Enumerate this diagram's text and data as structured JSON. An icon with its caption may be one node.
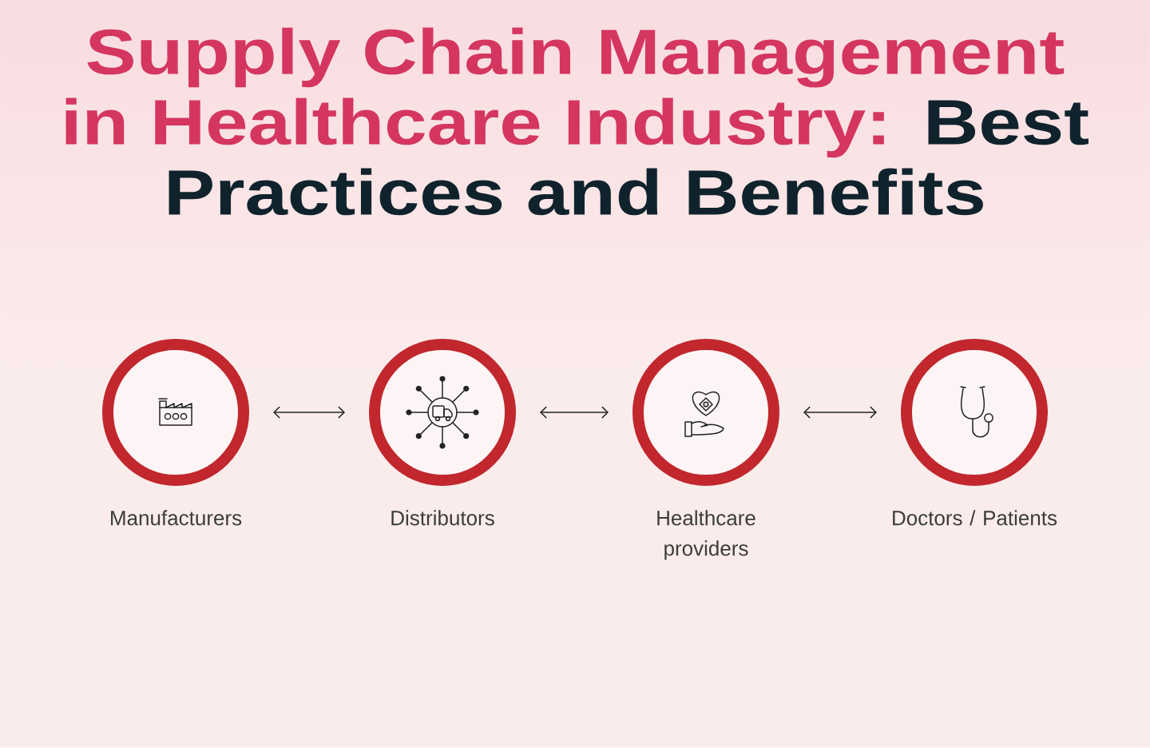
{
  "diagram": {
    "title": "Supply Chain Management in Healthcare Industry: Best Practices and Benefits",
    "nodes": [
      {
        "text": [
          "Manufacturers"
        ]
      },
      {
        "text": [
          "Distributors"
        ]
      },
      {
        "text": [
          "Healthcare providers"
        ]
      },
      {
        "text": [
          "Doctors / Patients"
        ]
      }
    ],
    "edges": [
      {
        "from": 0,
        "to": 1,
        "arrow": "both"
      },
      {
        "from": 1,
        "to": 2,
        "arrow": "both"
      },
      {
        "from": 2,
        "to": 3,
        "arrow": "both"
      }
    ]
  }
}
